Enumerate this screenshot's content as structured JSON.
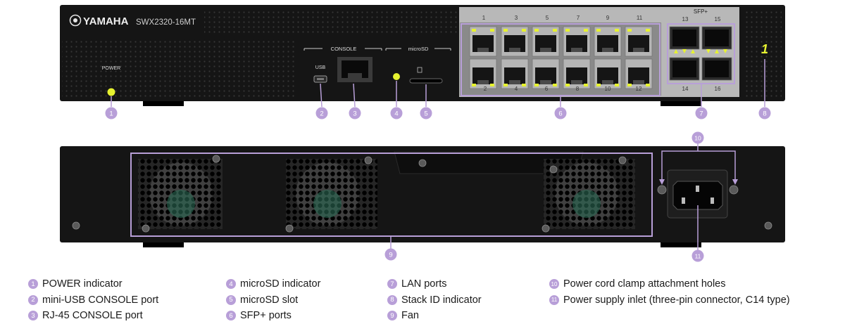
{
  "front": {
    "brand": "YAMAHA",
    "model": "SWX2320-16MT",
    "power_label": "POWER",
    "console_label": "CONSOLE",
    "usb_label": "USB",
    "microsd_label": "microSD",
    "sfp_label": "SFP+",
    "lan_top_numbers": [
      "1",
      "3",
      "5",
      "7",
      "9",
      "11"
    ],
    "lan_bottom_numbers": [
      "2",
      "4",
      "6",
      "8",
      "10",
      "12"
    ],
    "sfp_top_numbers": [
      "13",
      "15"
    ],
    "sfp_bottom_numbers": [
      "14",
      "16"
    ],
    "stack_display": "1"
  },
  "callouts": [
    "1",
    "2",
    "3",
    "4",
    "5",
    "6",
    "7",
    "8",
    "9",
    "10",
    "11"
  ],
  "legend": [
    {
      "num": "1",
      "text": "POWER indicator"
    },
    {
      "num": "2",
      "text": "mini-USB CONSOLE port"
    },
    {
      "num": "3",
      "text": "RJ-45 CONSOLE port"
    },
    {
      "num": "4",
      "text": "microSD indicator"
    },
    {
      "num": "5",
      "text": "microSD slot"
    },
    {
      "num": "6",
      "text": "SFP+ ports"
    },
    {
      "num": "7",
      "text": "LAN ports"
    },
    {
      "num": "8",
      "text": "Stack ID indicator"
    },
    {
      "num": "9",
      "text": "Fan"
    },
    {
      "num": "10",
      "text": "Power cord clamp attachment holes"
    },
    {
      "num": "11",
      "text": "Power supply inlet (three-pin connector, C14 type)"
    }
  ],
  "colors": {
    "chassis": "#151515",
    "callout": "#b89fd8",
    "led": "#e6f230",
    "panel": "#b8b8b8"
  }
}
